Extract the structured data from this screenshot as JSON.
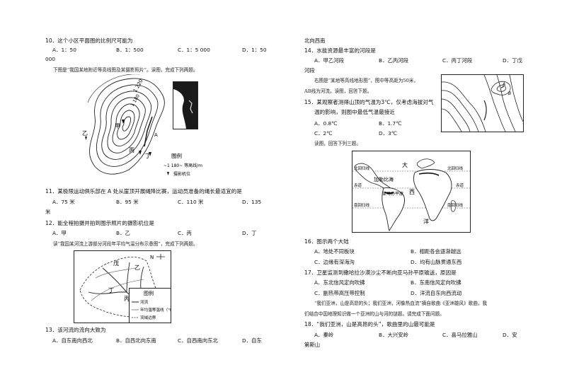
{
  "left": {
    "q10": {
      "stem": "10．这个小区平面图的比例尺可能为",
      "options": [
        "A．1：50",
        "B．1：500",
        "C．1：5 000",
        "D．1：50"
      ],
      "wrap": "000"
    },
    "intro1": "下图是“我国某地附近等高线图及某摄影照片”。读图，完成下列两题。",
    "map1": {
      "contour_labels": [
        "1 220",
        "1 180"
      ],
      "point_labels": [
        "乙",
        "甲",
        "丙",
        "丁",
        "A"
      ],
      "legend_title": "图例",
      "legend_contour": "~1 180~ 等高线/m",
      "legend_camera": "摄影机位"
    },
    "q11": {
      "stem": "11．某极限运动俱乐部在 A 处从崖顶开展绳降比赛，运动员准备的绳长最适宜的是",
      "options": [
        "A．75 米",
        "B．95 米",
        "C．110 米",
        "D．135"
      ],
      "wrap": "米"
    },
    "q12": {
      "stem": "12．能全程拍摄并拍到图示照片的摄影机位是",
      "options": [
        "A．甲",
        "B．乙",
        "C．丙",
        "D．丁"
      ]
    },
    "intro2": "读“我国某河流上游部分河段年平均气温分布示意图”，完成下列两题。",
    "map2": {
      "labels": [
        "戊",
        "乙",
        "丁",
        "丙",
        "甲",
        "N"
      ],
      "legend_title": "图例",
      "legend_items": [
        "河流",
        "年均温等温线（℃）",
        "流域边界"
      ]
    },
    "q13": {
      "stem": "13．该河流的流向大致为",
      "options": [
        "A．自东南向西北",
        "B．自西北向东南",
        "C．自西南向东北",
        "D．自东"
      ]
    }
  },
  "right": {
    "wrap_top": "北向西南",
    "q14": {
      "stem": "14．水能资源最丰富的河段是",
      "options": [
        "A．甲乙河段",
        "B．乙丙河段",
        "C．丙丁河段",
        "D．丁戊"
      ],
      "wrap": "河段"
    },
    "intro3": [
      "右图是“某地等高线地形图”，图中等高距为50米，",
      "AB线为河流。读图，回答下题。"
    ],
    "q15": {
      "stem": [
        "15．某观察者测得山顶的气温为3℃，仅考虑海拔对气",
        "温的影响，则图中最低气温最接近"
      ],
      "options": [
        "A．0.8℃",
        "B．1.7℃",
        "C．2℃",
        "D．3℃"
      ]
    },
    "intro4": "读图，回答下列三题。",
    "map3": {
      "labels": [
        "北回归线",
        "大",
        "加勒比海",
        "赤道",
        "西",
        "南回归线",
        "洋",
        "北回归线",
        "赤道",
        "南回归线",
        "亚马孙平原"
      ]
    },
    "q16": {
      "stem": "16．图示两个大陆",
      "options": [
        "A．地处不同板块",
        "B．相距各会逐渐越远",
        "C．边缘有深海沟",
        "D．均有山脉贯通东西"
      ]
    },
    "q17": {
      "stem": "17．卫星监测到撒哈拉沙漠沙尘不断向亚马孙平原输送，原因是",
      "options": [
        "A．东北信风定向吹拂",
        "B．东南信风定向吹拂",
        "C．副热带高压带控制",
        "D．洋流自东向西流动"
      ]
    },
    "intro5": [
      "“我们亚洲，山是高昂的头；我们亚洲，河像热血流”摘自歌曲《亚洲雄风》歌曲，我",
      "们结合中国地理知识做一个亚洲的山与河的谜题。请完成下面问题。"
    ],
    "q18": {
      "stem": "18．“我们亚洲，山是高昂的头”，歌曲里的山最可能是",
      "options": [
        "A．秦岭",
        "B．大兴安岭",
        "C．喜马拉雅山",
        "D．安"
      ],
      "wrap": "第斯山"
    }
  }
}
